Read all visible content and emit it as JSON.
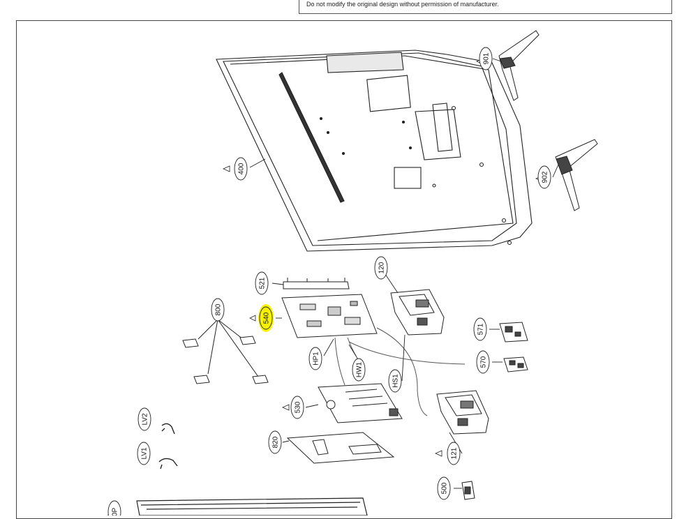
{
  "notice": "Do not modify the original design without permission of manufacturer.",
  "callouts": [
    {
      "id": "c901",
      "text": "901"
    },
    {
      "id": "c902",
      "text": "902"
    },
    {
      "id": "c400",
      "text": "400"
    },
    {
      "id": "c120",
      "text": "120"
    },
    {
      "id": "c521",
      "text": "521"
    },
    {
      "id": "c540",
      "text": "540"
    },
    {
      "id": "c800",
      "text": "800"
    },
    {
      "id": "c571",
      "text": "571"
    },
    {
      "id": "c570",
      "text": "570"
    },
    {
      "id": "cHP1",
      "text": "HP1"
    },
    {
      "id": "cHW1",
      "text": "HW1"
    },
    {
      "id": "cHS1",
      "text": "HS1"
    },
    {
      "id": "c530",
      "text": "530"
    },
    {
      "id": "cLV2",
      "text": "LV2"
    },
    {
      "id": "c820",
      "text": "820"
    },
    {
      "id": "c121",
      "text": "121"
    },
    {
      "id": "cLV1",
      "text": "LV1"
    },
    {
      "id": "c500",
      "text": "500"
    },
    {
      "id": "c0P",
      "text": "0P"
    }
  ],
  "highlight_color": "#f7f300",
  "line_color": "#222222"
}
